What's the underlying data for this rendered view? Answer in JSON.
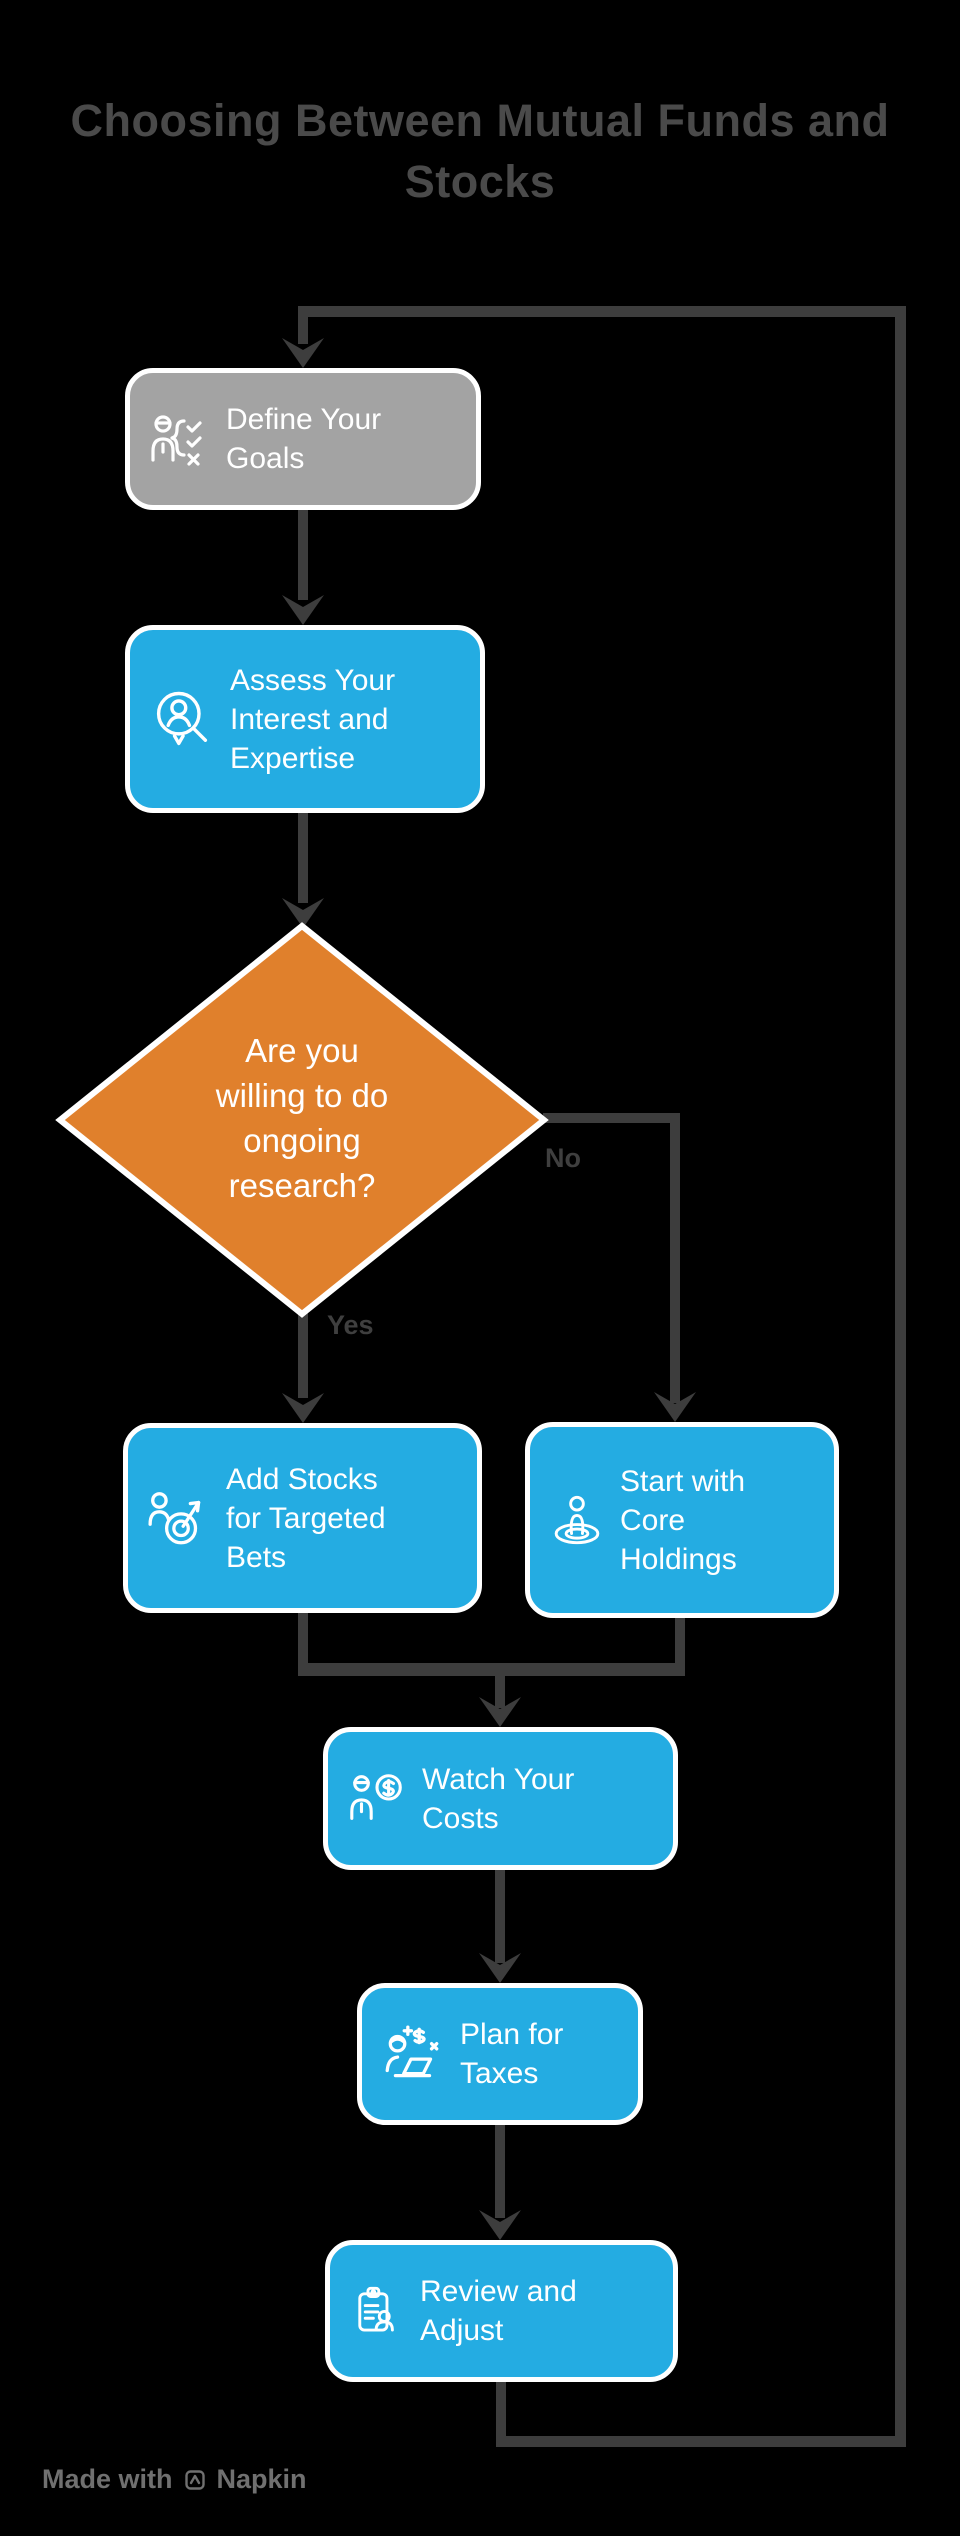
{
  "title": {
    "text": "Choosing Between Mutual Funds and Stocks",
    "lines": [
      "Choosing Between Mutual Funds and",
      "Stocks"
    ]
  },
  "nodes": {
    "define": {
      "label": "Define Your Goals",
      "lines": [
        "Define Your",
        "Goals"
      ],
      "icon": "person-checklist-icon",
      "fill": "#a3a3a3"
    },
    "assess": {
      "label": "Assess Your Interest and Expertise",
      "lines": [
        "Assess Your",
        "Interest and",
        "Expertise"
      ],
      "icon": "person-magnifier-icon",
      "fill": "#24ace2"
    },
    "decision": {
      "label": "Are you willing to do ongoing research?",
      "lines": [
        "Are you",
        "willing to do",
        "ongoing",
        "research?"
      ],
      "fill": "#e0802c"
    },
    "add_stocks": {
      "label": "Add Stocks for Targeted Bets",
      "lines": [
        "Add Stocks",
        "for Targeted",
        "Bets"
      ],
      "icon": "person-target-dart-icon",
      "fill": "#24ace2"
    },
    "core_holdings": {
      "label": "Start with Core Holdings",
      "lines": [
        "Start with",
        "Core",
        "Holdings"
      ],
      "icon": "person-on-target-icon",
      "fill": "#24ace2"
    },
    "watch_costs": {
      "label": "Watch Your Costs",
      "lines": [
        "Watch Your",
        "Costs"
      ],
      "icon": "person-coin-icon",
      "fill": "#24ace2"
    },
    "plan_taxes": {
      "label": "Plan for Taxes",
      "lines": [
        "Plan for",
        "Taxes"
      ],
      "icon": "person-laptop-dollar-icon",
      "fill": "#24ace2"
    },
    "review_adjust": {
      "label": "Review and Adjust",
      "lines": [
        "Review and",
        "Adjust"
      ],
      "icon": "clipboard-person-icon",
      "fill": "#24ace2"
    }
  },
  "edge_labels": {
    "yes": "Yes",
    "no": "No"
  },
  "footer": {
    "text": "Made with",
    "brand": "Napkin"
  },
  "colors": {
    "background": "#000000",
    "process_fill": "#24ace2",
    "start_fill": "#a3a3a3",
    "decision_fill": "#e0802c",
    "node_border": "#ffffff",
    "node_text": "#ffffff",
    "edge": "#3d3d3d",
    "edge_label_text": "#3f3f3f",
    "title_text": "#4a4a4a",
    "footer_text": "#707070"
  }
}
